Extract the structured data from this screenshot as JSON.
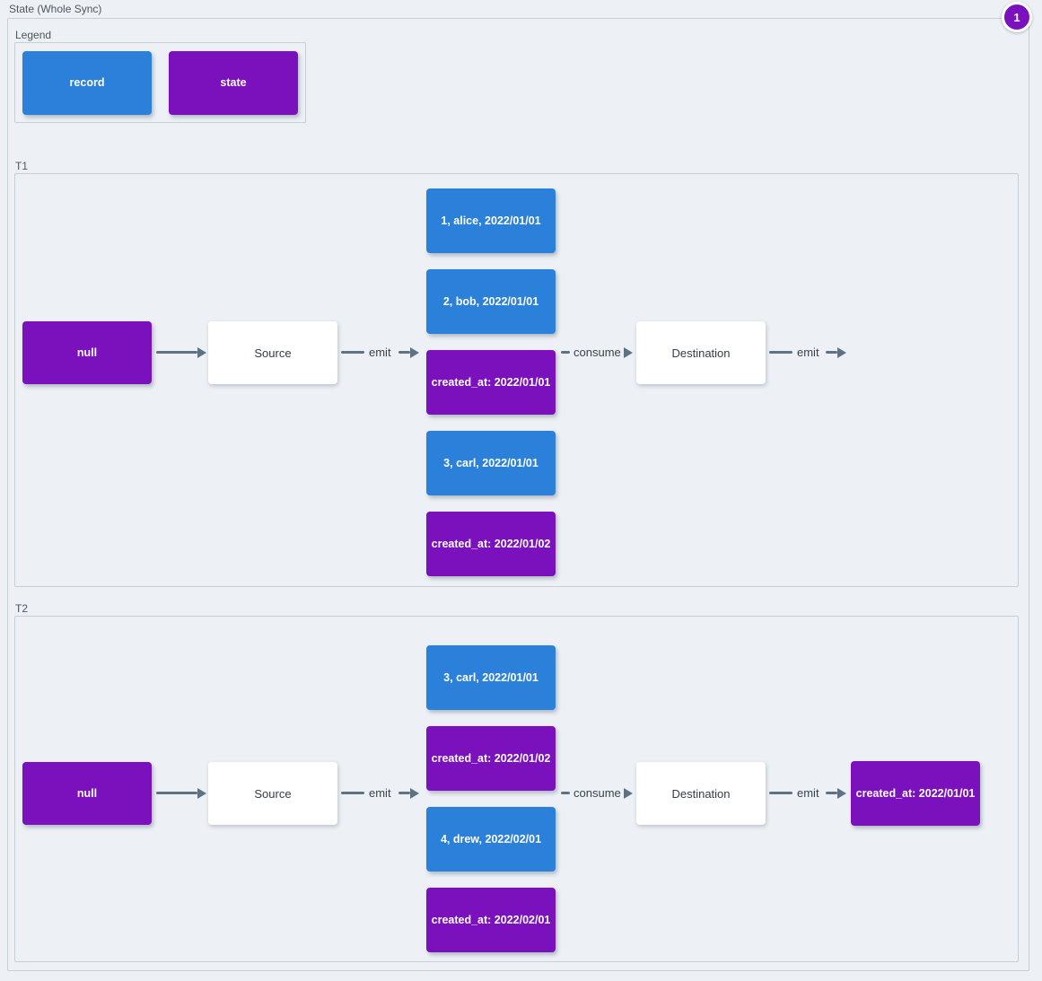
{
  "badge": {
    "label": "1"
  },
  "colors": {
    "record": "#2b80da",
    "state": "#7a11bd",
    "arrow": "#5e7286",
    "background": "#edf1f6"
  },
  "diagram": {
    "title": "State (Whole Sync)",
    "legend": {
      "title": "Legend",
      "items": [
        {
          "label": "record",
          "type": "record"
        },
        {
          "label": "state",
          "type": "state"
        }
      ]
    },
    "t1": {
      "title": "T1",
      "input_state": "null",
      "source_label": "Source",
      "emit_label": "emit",
      "consume_label": "consume",
      "destination_label": "Destination",
      "emit_out_label": "emit",
      "stack": [
        {
          "label": "1, alice, 2022/01/01",
          "type": "record"
        },
        {
          "label": "2, bob, 2022/01/01",
          "type": "record"
        },
        {
          "label": "created_at: 2022/01/01",
          "type": "state"
        },
        {
          "label": "3, carl, 2022/01/01",
          "type": "record"
        },
        {
          "label": "created_at: 2022/01/02",
          "type": "state"
        }
      ]
    },
    "t2": {
      "title": "T2",
      "input_state": "null",
      "source_label": "Source",
      "emit_label": "emit",
      "consume_label": "consume",
      "destination_label": "Destination",
      "emit_out_label": "emit",
      "output_state": "created_at: 2022/01/01",
      "stack": [
        {
          "label": "3, carl, 2022/01/01",
          "type": "record"
        },
        {
          "label": "created_at: 2022/01/02",
          "type": "state"
        },
        {
          "label": "4, drew, 2022/02/01",
          "type": "record"
        },
        {
          "label": "created_at: 2022/02/01",
          "type": "state"
        }
      ]
    }
  }
}
